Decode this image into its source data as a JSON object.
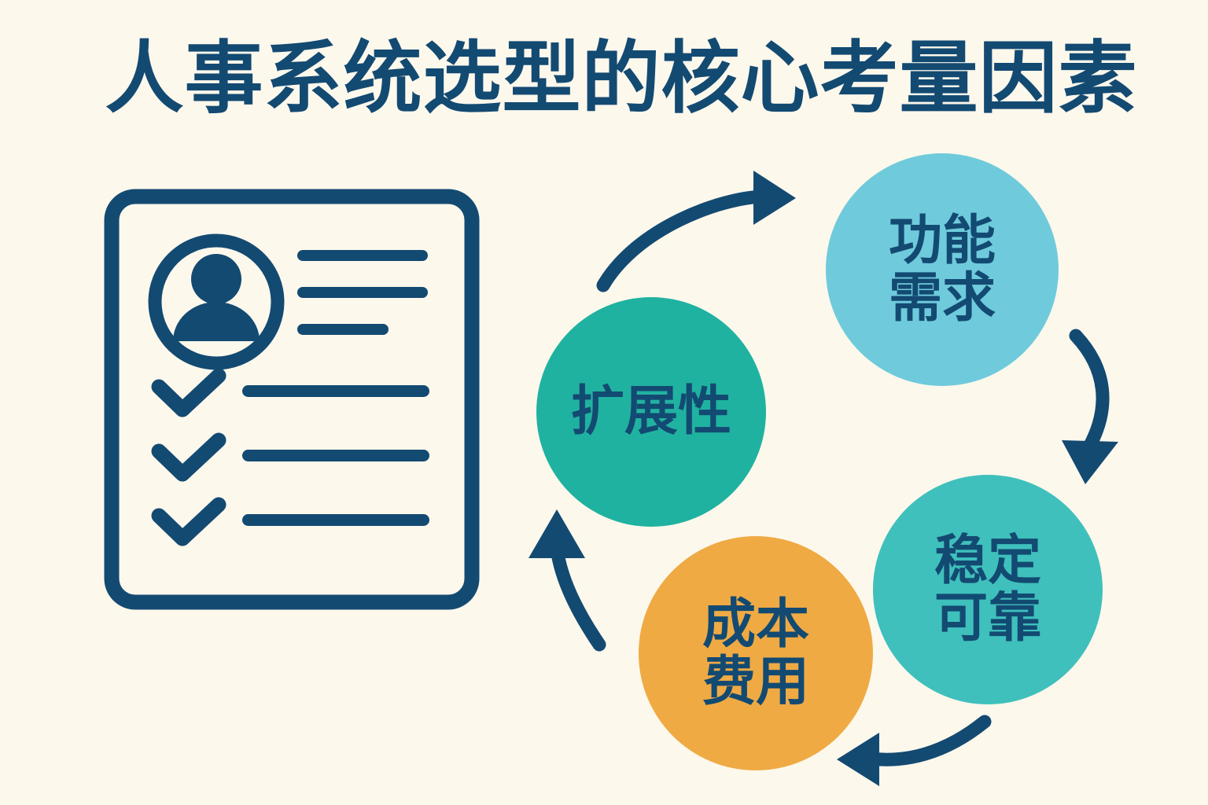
{
  "page": {
    "title": "人事系统选型的核心考量因素",
    "background_color": "#FDF8EC",
    "ink_color": "#134A72"
  },
  "record_card_icon": {
    "name": "employee-record-card",
    "avatar": "person-avatar",
    "header_lines": 3,
    "checklist_rows": 3,
    "stroke_color": "#134A72"
  },
  "chart_data": {
    "type": "diagram",
    "subtype": "cycle",
    "title": "人事系统选型的核心考量因素",
    "direction": "clockwise",
    "node_count": 4,
    "arrow_count": 4,
    "nodes": [
      {
        "id": "function",
        "lines": [
          "功能",
          "需求"
        ],
        "text": "功能需求",
        "color": "#6FCBDC",
        "text_color": "#134A72",
        "position": "top-right",
        "order": 1
      },
      {
        "id": "stability",
        "lines": [
          "稳定",
          "可靠"
        ],
        "text": "稳定可靠",
        "color": "#3FC0BC",
        "text_color": "#134A72",
        "position": "bottom-right",
        "order": 2
      },
      {
        "id": "cost",
        "lines": [
          "成本",
          "费用"
        ],
        "text": "成本费用",
        "color": "#EFAA44",
        "text_color": "#134A72",
        "position": "bottom-left",
        "order": 3
      },
      {
        "id": "scalability",
        "lines": [
          "扩展性"
        ],
        "text": "扩展性",
        "color": "#20B2A0",
        "text_color": "#134A72",
        "position": "left",
        "order": 4
      }
    ],
    "arrows": [
      {
        "id": "arrow-scalability-to-function",
        "from": "scalability",
        "to": "function",
        "color": "#134A72"
      },
      {
        "id": "arrow-function-to-stability",
        "from": "function",
        "to": "stability",
        "color": "#134A72"
      },
      {
        "id": "arrow-stability-to-cost",
        "from": "stability",
        "to": "cost",
        "color": "#134A72"
      },
      {
        "id": "arrow-cost-to-scalability",
        "from": "cost",
        "to": "scalability",
        "color": "#134A72"
      }
    ]
  }
}
